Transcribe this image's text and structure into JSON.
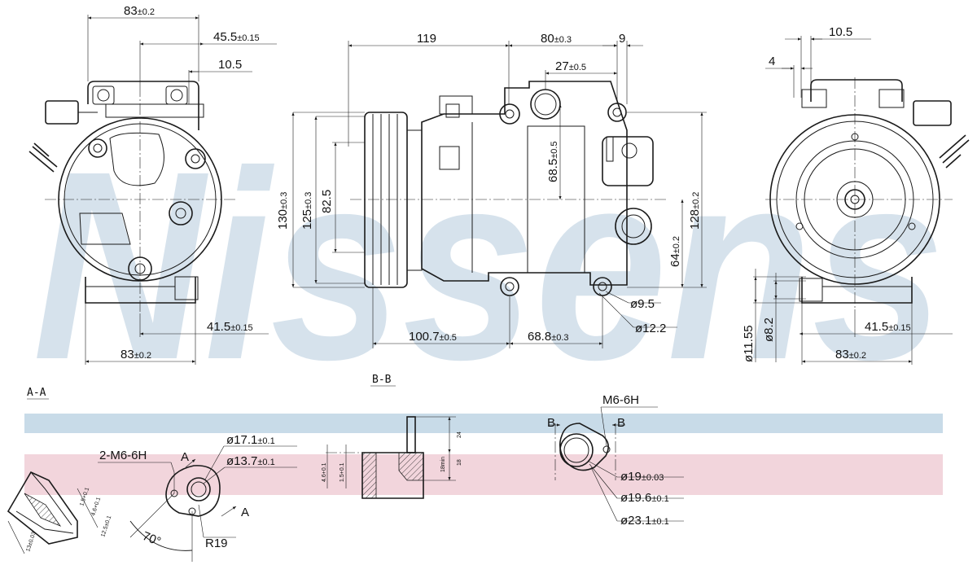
{
  "watermark": {
    "text": "Nissens",
    "color": "#c9d9e6"
  },
  "bands": {
    "blue": "#c8dbe8",
    "pink": "#f2d5dc"
  },
  "views": {
    "left": {
      "top_width": "83",
      "top_width_tol": "±0.2",
      "dim_45_5": "45.5",
      "dim_45_5_tol": "±0.15",
      "dim_10_5": "10.5",
      "dim_41_5": "41.5",
      "dim_41_5_tol": "±0.15",
      "bottom_width": "83",
      "bottom_width_tol": "±0.2"
    },
    "middle": {
      "dim_119": "119",
      "dim_80": "80",
      "dim_80_tol": "±0.3",
      "dim_9": "9",
      "dim_27": "27",
      "dim_27_tol": "±0.5",
      "dim_130": "130",
      "dim_130_tol": "±0.3",
      "dim_125": "125",
      "dim_125_tol": "±0.3",
      "dim_82_5": "82.5",
      "dim_68_5": "68.5",
      "dim_68_5_tol": "±0.5",
      "dim_128": "128",
      "dim_128_tol": "±0.2",
      "dim_64": "64",
      "dim_64_tol": "±0.2",
      "dia_9_5": "ø9.5",
      "dia_12_2": "ø12.2",
      "dim_100_7": "100.7",
      "dim_100_7_tol": "±0.5",
      "dim_68_8": "68.8",
      "dim_68_8_tol": "±0.3"
    },
    "right": {
      "dim_10_5": "10.5",
      "dim_4": "4",
      "dia_11_55": "ø11.55",
      "dia_8_2": "ø8.2",
      "dim_41_5": "41.5",
      "dim_41_5_tol": "±0.15",
      "bottom_width": "83",
      "bottom_width_tol": "±0.2"
    }
  },
  "sections": {
    "aa": {
      "label": "A-A",
      "thread": "2-M6-6H",
      "arrow_a": "A",
      "dia_17_1": "ø17.1",
      "dia_17_1_tol": "±0.1",
      "dia_13_7": "ø13.7",
      "dia_13_7_tol": "±0.1",
      "angle": "70°",
      "radius": "R19",
      "small_1": "1.5+0.1",
      "small_2": "4.6+0.1",
      "small_3": "12.5±0.1",
      "small_4": "13±0.03"
    },
    "bb": {
      "label": "B-B",
      "small_24": "24",
      "small_18": "18",
      "small_18min": "18min",
      "small_4_6": "4.6+0.1",
      "small_1_5": "1.5+0.1"
    },
    "flange": {
      "thread": "M6-6H",
      "arrow_b": "B",
      "dia_19": "ø19",
      "dia_19_tol": "±0.03",
      "dia_19_6": "ø19.6",
      "dia_19_6_tol": "±0.1",
      "dia_23_1": "ø23.1",
      "dia_23_1_tol": "±0.1"
    }
  }
}
